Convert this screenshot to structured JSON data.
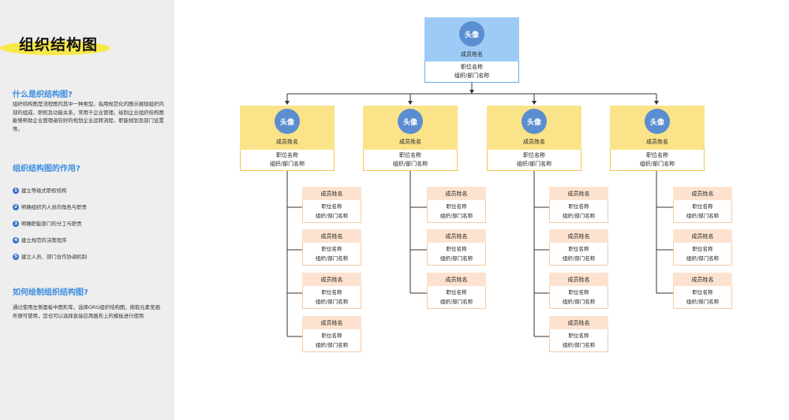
{
  "sidebar": {
    "title": "组织结构图",
    "what_heading": "什么是织结构图?",
    "what_text": "组织结构图是流程图的其中一种类型，指用规范化的图示展现组织内部的组成、职权及功能关系，常用于企业管理。绘制企业组织结构图能够帮助企业管理者较好的规划企业运转流程、职能规划及部门设置等。",
    "use_heading": "组织结构图的作用?",
    "uses": [
      {
        "num": "1",
        "text": "建立等级式职权结构"
      },
      {
        "num": "2",
        "text": "明确组织内人员的角色与职责"
      },
      {
        "num": "3",
        "text": "明确职能部门的分工与职责"
      },
      {
        "num": "4",
        "text": "建立规范的决策程序"
      },
      {
        "num": "5",
        "text": "建立人员、部门合作协调机制"
      }
    ],
    "how_heading": "如何绘制组织结构图?",
    "how_text": "通过使用左侧面板中图形库，选择ORG组织结构图，拖取元素至画布便可使用，您也可以选择直接应用画布上的模板进行使用"
  },
  "org": {
    "root": {
      "avatar": "头像",
      "name": "成员姓名",
      "position": "职位名称",
      "dept": "组织/部门名称"
    },
    "managers": [
      {
        "avatar": "头像",
        "name": "成员姓名",
        "position": "职位名称",
        "dept": "组织/部门名称",
        "staff": [
          {
            "name": "成员姓名",
            "position": "职位名称",
            "dept": "组织/部门名称"
          },
          {
            "name": "成员姓名",
            "position": "职位名称",
            "dept": "组织/部门名称"
          },
          {
            "name": "成员姓名",
            "position": "职位名称",
            "dept": "组织/部门名称"
          },
          {
            "name": "成员姓名",
            "position": "职位名称",
            "dept": "组织/部门名称"
          }
        ]
      },
      {
        "avatar": "头像",
        "name": "成员姓名",
        "position": "职位名称",
        "dept": "组织/部门名称",
        "staff": [
          {
            "name": "成员姓名",
            "position": "职位名称",
            "dept": "组织/部门名称"
          },
          {
            "name": "成员姓名",
            "position": "职位名称",
            "dept": "组织/部门名称"
          },
          {
            "name": "成员姓名",
            "position": "职位名称",
            "dept": "组织/部门名称"
          }
        ]
      },
      {
        "avatar": "头像",
        "name": "成员姓名",
        "position": "职位名称",
        "dept": "组织/部门名称",
        "staff": [
          {
            "name": "成员姓名",
            "position": "职位名称",
            "dept": "组织/部门名称"
          },
          {
            "name": "成员姓名",
            "position": "职位名称",
            "dept": "组织/部门名称"
          },
          {
            "name": "成员姓名",
            "position": "职位名称",
            "dept": "组织/部门名称"
          },
          {
            "name": "成员姓名",
            "position": "职位名称",
            "dept": "组织/部门名称"
          }
        ]
      },
      {
        "avatar": "头像",
        "name": "成员姓名",
        "position": "职位名称",
        "dept": "组织/部门名称",
        "staff": [
          {
            "name": "成员姓名",
            "position": "职位名称",
            "dept": "组织/部门名称"
          },
          {
            "name": "成员姓名",
            "position": "职位名称",
            "dept": "组织/部门名称"
          },
          {
            "name": "成员姓名",
            "position": "职位名称",
            "dept": "组织/部门名称"
          }
        ]
      }
    ]
  },
  "colors": {
    "root": "#9ecbf5",
    "manager": "#fbe389",
    "staff": "#fde3cf",
    "avatar": "#5a8ed0",
    "accent": "#3b8de0"
  }
}
